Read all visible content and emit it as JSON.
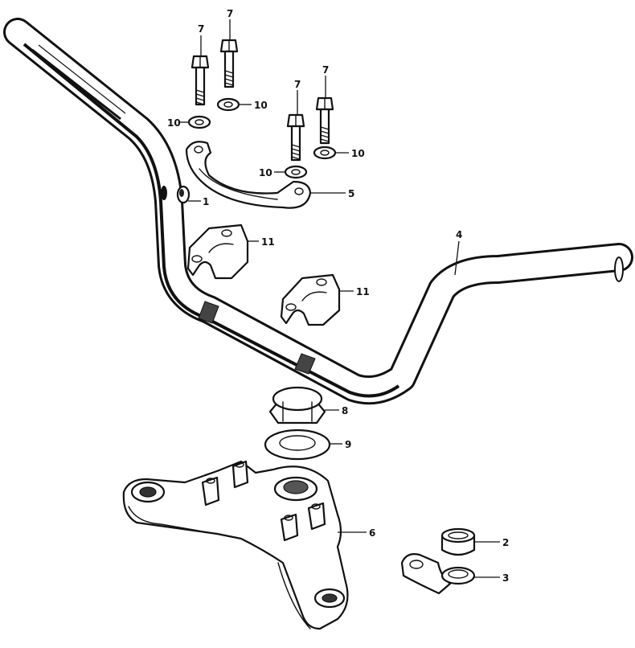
{
  "diagram": {
    "callouts": {
      "c1": "1",
      "c2": "2",
      "c3": "3",
      "c4": "4",
      "c5": "5",
      "c6": "6",
      "c7a": "7",
      "c7b": "7",
      "c7c": "7",
      "c7d": "7",
      "c8": "8",
      "c9": "9",
      "c10a": "10",
      "c10b": "10",
      "c10c": "10",
      "c10d": "10",
      "c11a": "11",
      "c11b": "11"
    }
  }
}
